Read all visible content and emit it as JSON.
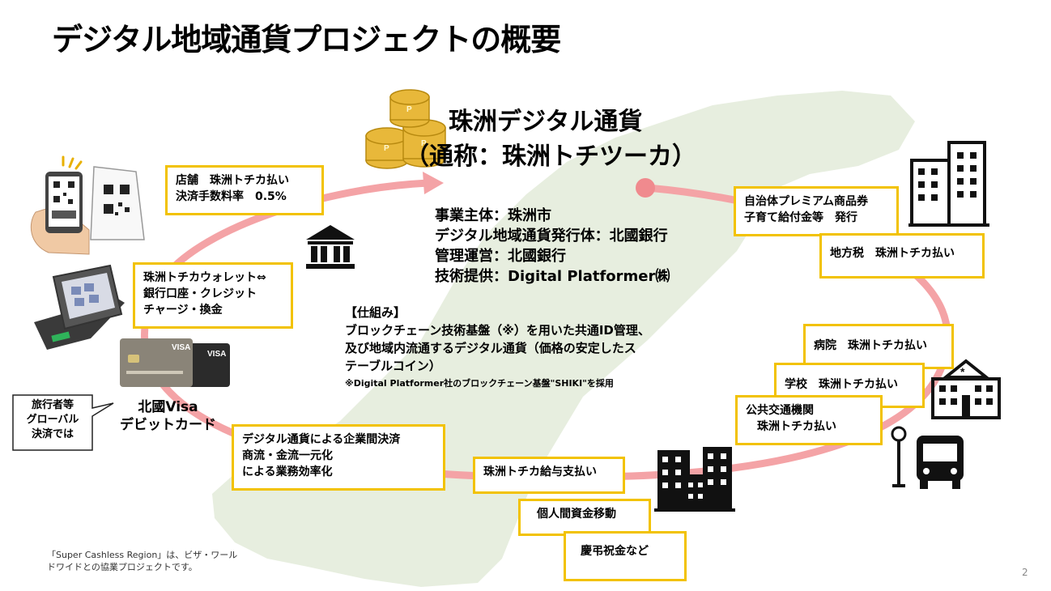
{
  "title": "デジタル地域通貨プロジェクトの概要",
  "currency": {
    "name": "珠洲デジタル通貨",
    "nickname": "（通称：珠洲トチツーカ）"
  },
  "operators": [
    "事業主体：珠洲市",
    "デジタル地域通貨発行体：北國銀行",
    "管理運営：北國銀行",
    "技術提供：Digital Platformer㈱"
  ],
  "mechanism": {
    "heading": "【仕組み】",
    "lines": [
      "ブロックチェーン技術基盤（※）を用いた共通ID管理、",
      "及び地域内流通するデジタル通貨（価格の安定したス",
      "テーブルコイン）"
    ],
    "note": "※Digital Platformer社のブロックチェーン基盤\"SHIKI\"を採用"
  },
  "boxes": {
    "store": [
      "店舗　珠洲トチカ払い",
      "決済手数料率　0.5%"
    ],
    "wallet": [
      "珠洲トチカウォレット⇔",
      "銀行口座・クレジット",
      "チャージ・換金"
    ],
    "b2b": [
      "デジタル通貨による企業間決済",
      "商流・金流一元化",
      "による業務効率化"
    ],
    "salary": [
      "珠洲トチカ給与支払い"
    ],
    "p2p": [
      "個人間資金移動"
    ],
    "gift": [
      "慶弔祝金など"
    ],
    "municipal": [
      "自治体プレミアム商品券",
      "子育て給付金等　発行"
    ],
    "tax": [
      "地方税　珠洲トチカ払い"
    ],
    "hospital": [
      "病院　珠洲トチカ払い"
    ],
    "school": [
      "学校　珠洲トチカ払い"
    ],
    "transit": [
      "公共交通機関",
      "　珠洲トチカ払い"
    ]
  },
  "card_label": [
    "北國Visa",
    "デビットカード"
  ],
  "callout": [
    "旅行者等",
    "グローバル",
    "決済では"
  ],
  "footnote": [
    "「Super Cashless Region」は、ビザ・ワール",
    "ドワイドとの協業プロジェクトです。"
  ],
  "page_number": "2",
  "colors": {
    "accent_border": "#f2c200",
    "cycle_line": "#f4a3a6",
    "map": "#e7eedf",
    "coin": "#e8b83a"
  },
  "icons": [
    "qr-phone-icon",
    "payment-terminal-icon",
    "visa-card-icon",
    "bank-icon",
    "coins-icon",
    "office-building-icon",
    "city-buildings-icon",
    "school-icon",
    "bus-stop-icon",
    "bus-icon"
  ]
}
